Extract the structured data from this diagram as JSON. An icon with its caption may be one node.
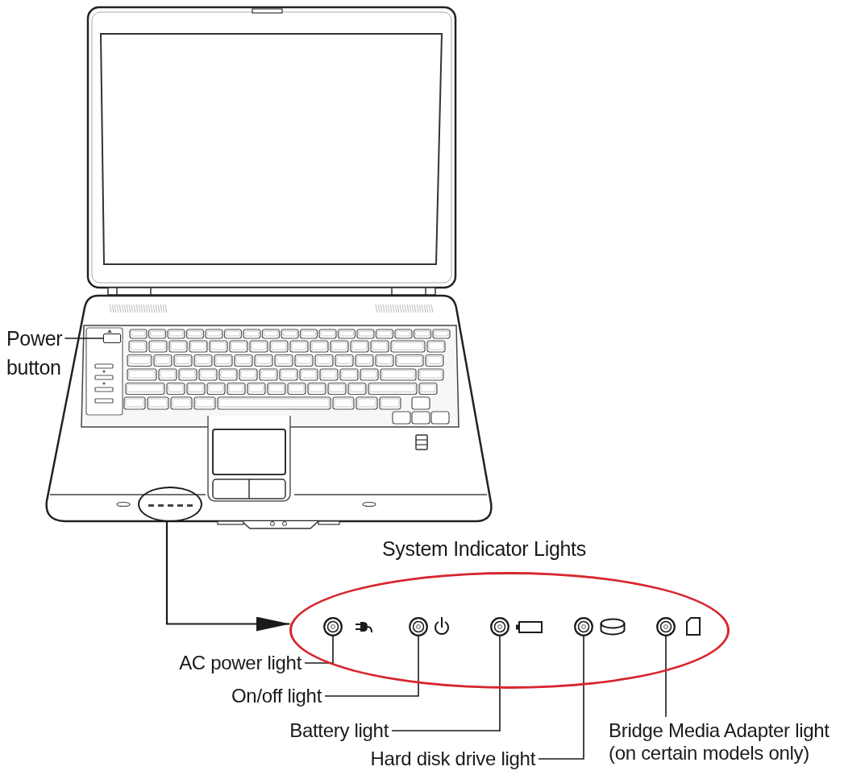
{
  "diagram": {
    "nodes": [
      {
        "text": [
          "Power button"
        ]
      },
      {
        "text": [],
        "shape": "box"
      },
      {
        "text": [],
        "shape": "ellipse"
      },
      {
        "text": [
          "System Indicator Lights"
        ]
      },
      {
        "text": [],
        "shape": "circle",
        "in": 3
      },
      {
        "text": [],
        "shape": "circle",
        "in": 3
      },
      {
        "text": [],
        "shape": "circle",
        "in": 3
      },
      {
        "text": [],
        "shape": "circle",
        "in": 3
      },
      {
        "text": [],
        "shape": "circle",
        "in": 3
      },
      {
        "text": [
          "AC power light"
        ]
      },
      {
        "text": [
          "On/off light"
        ]
      },
      {
        "text": [
          "Battery light"
        ]
      },
      {
        "text": [
          "Hard disk drive light"
        ]
      },
      {
        "text": [
          "Bridge Media Adapter light (on certain models only)"
        ]
      }
    ],
    "edges": [
      {
        "from": 0,
        "to": 1,
        "arrow": "none"
      },
      {
        "from": 2,
        "to": 3,
        "arrow": "to"
      },
      {
        "from": 9,
        "to": 4,
        "arrow": "none"
      },
      {
        "from": 10,
        "to": 5,
        "arrow": "none"
      },
      {
        "from": 11,
        "to": 6,
        "arrow": "none"
      },
      {
        "from": 12,
        "to": 7,
        "arrow": "none"
      },
      {
        "from": 13,
        "to": 8,
        "arrow": "none"
      }
    ]
  }
}
